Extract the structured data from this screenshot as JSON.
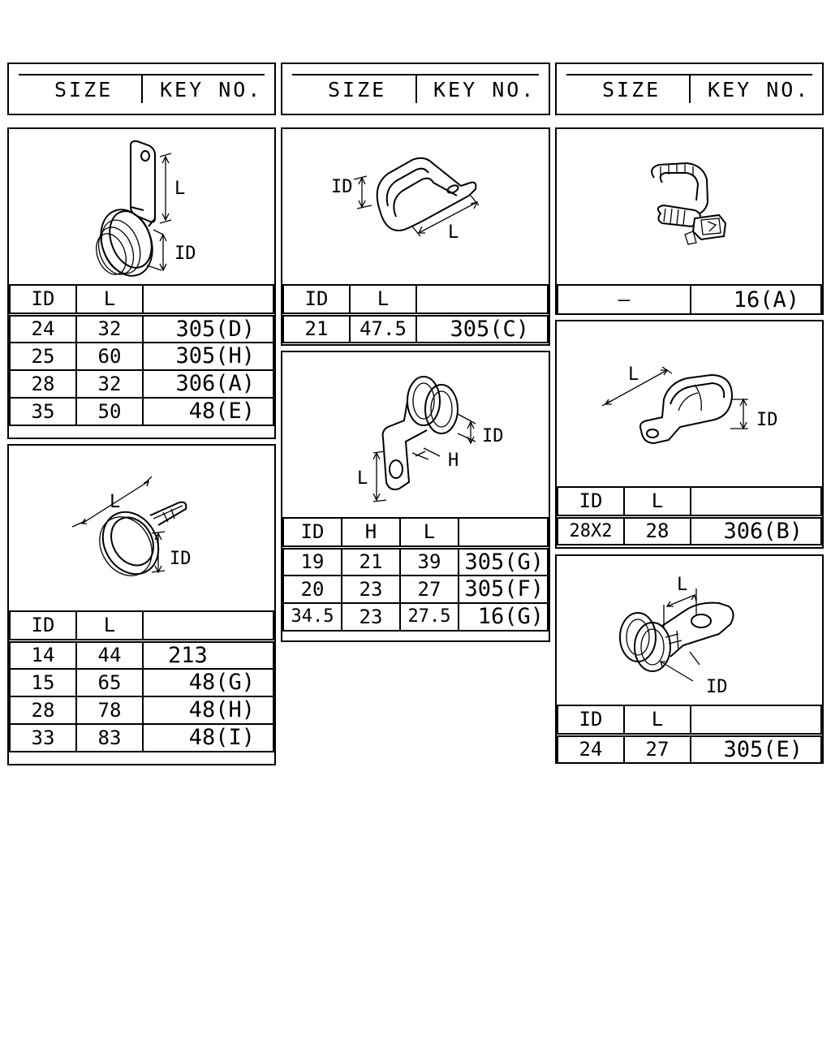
{
  "header": {
    "size_label": "SIZE",
    "key_label": "KEY NO."
  },
  "panels": {
    "p1": {
      "dims": [
        "L",
        "ID"
      ],
      "cols": [
        "ID",
        "L",
        ""
      ],
      "rows": [
        [
          "24",
          "32",
          "305(D)"
        ],
        [
          "25",
          "60",
          "305(H)"
        ],
        [
          "28",
          "32",
          "306(A)"
        ],
        [
          "35",
          "50",
          "48(E)"
        ]
      ]
    },
    "p2": {
      "dims": [
        "ID",
        "L"
      ],
      "cols": [
        "ID",
        "L",
        ""
      ],
      "rows": [
        [
          "21",
          "47.5",
          "305(C)"
        ]
      ]
    },
    "p3": {
      "cols": [
        "—",
        "16(A)"
      ]
    },
    "p4": {
      "dims": [
        "L",
        "ID"
      ],
      "cols": [
        "ID",
        "L",
        ""
      ],
      "rows": [
        [
          "14",
          "44",
          "213"
        ],
        [
          "15",
          "65",
          "48(G)"
        ],
        [
          "28",
          "78",
          "48(H)"
        ],
        [
          "33",
          "83",
          "48(I)"
        ]
      ]
    },
    "p5": {
      "dims": [
        "ID",
        "H",
        "L"
      ],
      "cols": [
        "ID",
        "H",
        "L",
        ""
      ],
      "rows": [
        [
          "19",
          "21",
          "39",
          "305(G)"
        ],
        [
          "20",
          "23",
          "27",
          "305(F)"
        ],
        [
          "34.5",
          "23",
          "27.5",
          "16(G)"
        ]
      ]
    },
    "p6": {
      "dims": [
        "L",
        "ID"
      ],
      "cols": [
        "ID",
        "L",
        ""
      ],
      "rows": [
        [
          "28X2",
          "28",
          "306(B)"
        ]
      ]
    },
    "p7": {
      "dims": [
        "L",
        "ID"
      ],
      "cols": [
        "ID",
        "L",
        ""
      ],
      "rows": [
        [
          "24",
          "27",
          "305(E)"
        ]
      ]
    }
  }
}
